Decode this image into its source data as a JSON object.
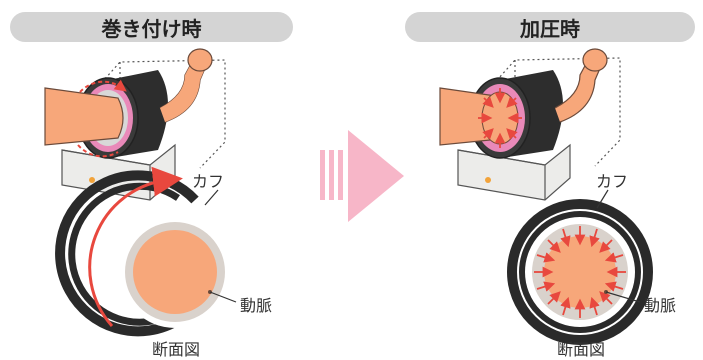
{
  "panels": {
    "left": {
      "title": "巻き付け時",
      "cuff_label": "カフ",
      "artery_label": "動脈",
      "section_label": "断面図"
    },
    "right": {
      "title": "加圧時",
      "cuff_label": "カフ",
      "artery_label": "動脈",
      "section_label": "断面図"
    }
  },
  "colors": {
    "header_bg": "#d4d4d4",
    "arrow_red": "#e8483e",
    "cuff_dark": "#2b2b2b",
    "artery_skin": "#f7a77a",
    "pink_arrow": "#f7b6c8",
    "ring_pink": "#e882b6",
    "device_body": "#eeeeea"
  }
}
